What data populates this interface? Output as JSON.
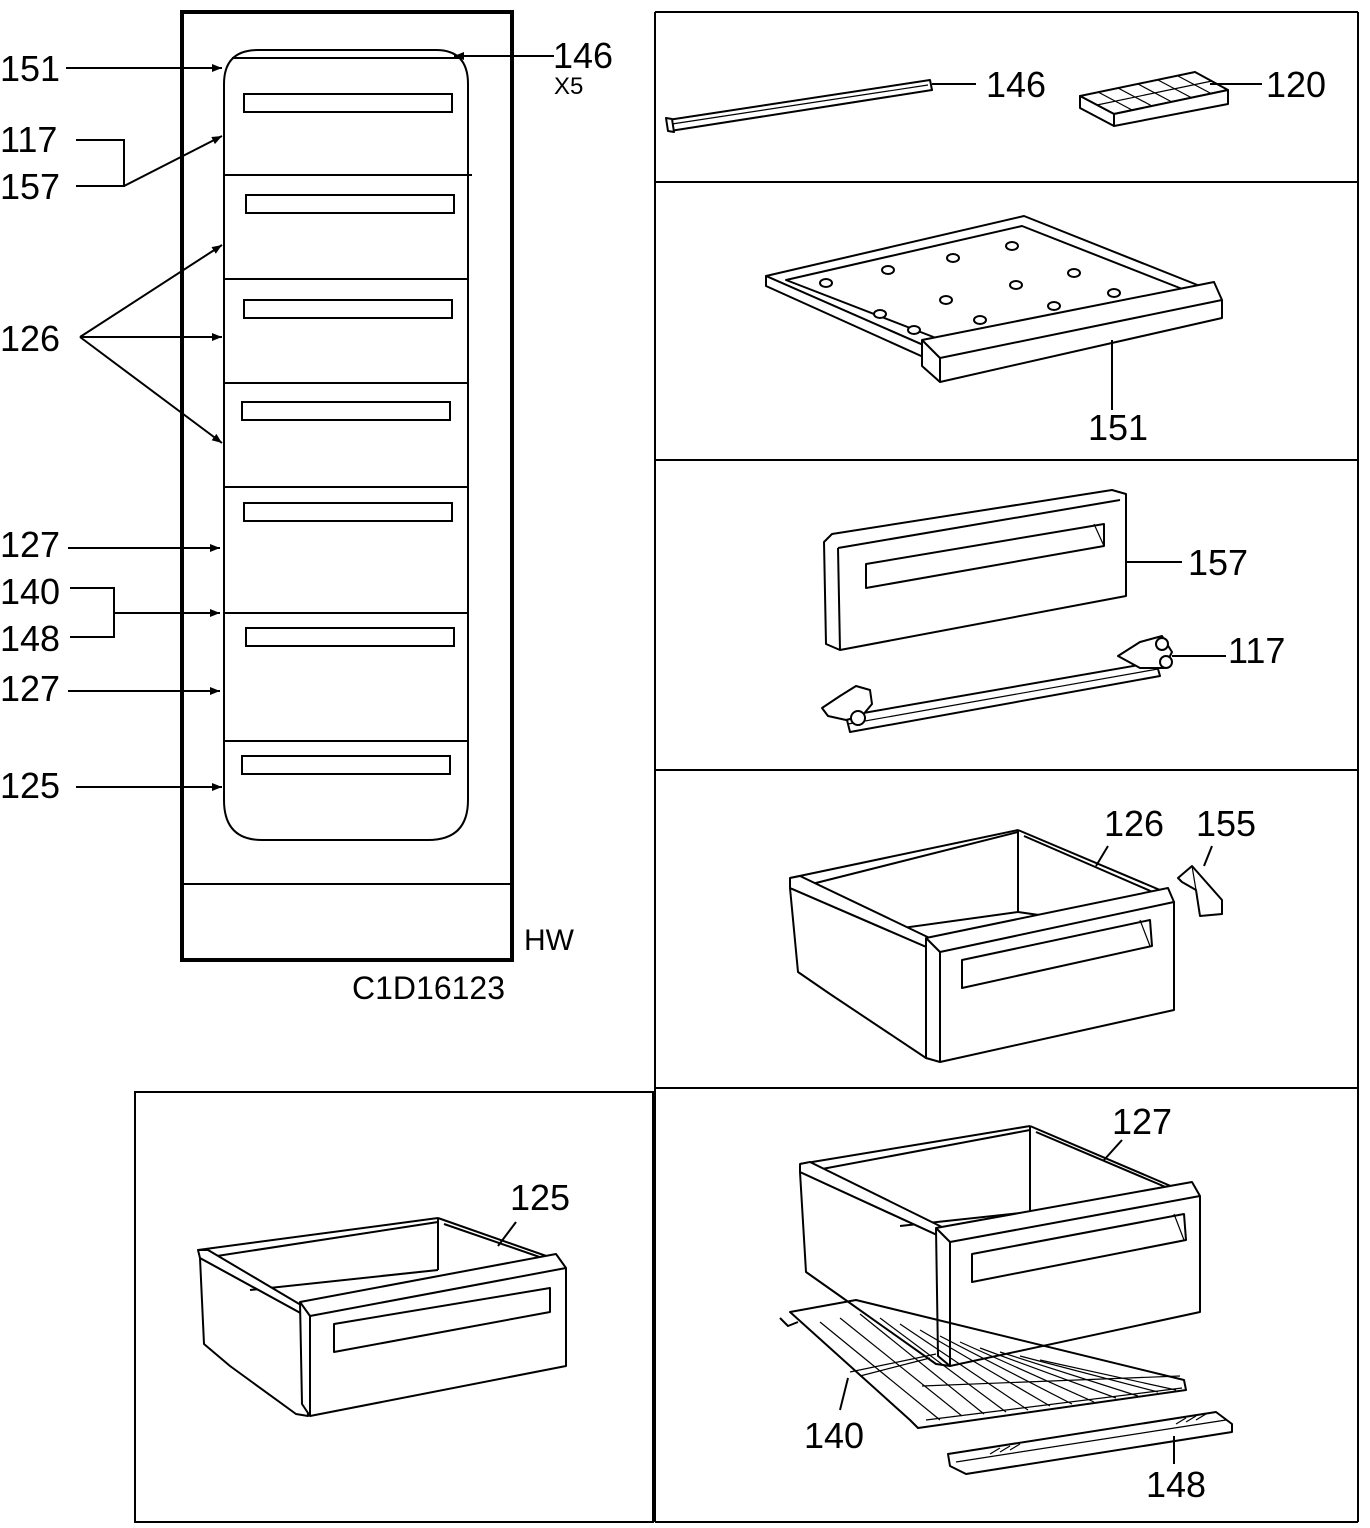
{
  "labels": {
    "overview": {
      "l151": "151",
      "l146": "146",
      "x5": "X5",
      "l117": "117",
      "l157": "157",
      "l126": "126",
      "l127a": "127",
      "l140": "140",
      "l148": "148",
      "l127b": "127",
      "l125": "125",
      "hw": "HW",
      "code": "C1D16123"
    },
    "panel_top": {
      "l146": "146",
      "l120": "120"
    },
    "panel_shelf": {
      "l151": "151"
    },
    "panel_front": {
      "l157": "157",
      "l117": "117"
    },
    "panel_drawer126": {
      "l126": "126",
      "l155": "155"
    },
    "panel_drawer125": {
      "l125": "125"
    },
    "panel_drawer127": {
      "l127": "127",
      "l140": "140",
      "l148": "148"
    }
  }
}
